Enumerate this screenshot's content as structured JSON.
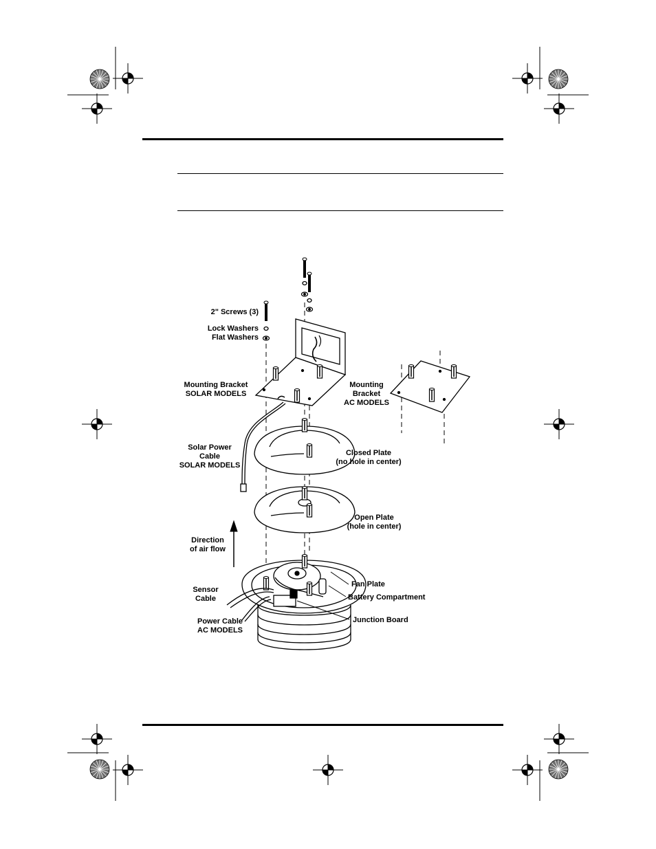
{
  "colors": {
    "ink": "#000000",
    "paper": "#ffffff",
    "shade": "#6e6e6e"
  },
  "page": {
    "registration_marks": "crop-and-registration-marks",
    "color_bars": "printer-starburst-targets"
  },
  "figure": {
    "labels": {
      "screws": "2\" Screws (3)",
      "lock_washers": "Lock Washers",
      "flat_washers": "Flat Washers",
      "bracket_solar_l1": "Mounting Bracket",
      "bracket_solar_l2": "SOLAR MODELS",
      "bracket_ac_l1": "Mounting",
      "bracket_ac_l2": "Bracket",
      "bracket_ac_l3": "AC MODELS",
      "solar_cable_l1": "Solar Power",
      "solar_cable_l2": "Cable",
      "solar_cable_l3": "SOLAR MODELS",
      "closed_plate_l1": "Closed Plate",
      "closed_plate_l2": "(no hole in center)",
      "open_plate_l1": "Open Plate",
      "open_plate_l2": "(hole in center)",
      "airflow_l1": "Direction",
      "airflow_l2": "of air flow",
      "sensor_cable_l1": "Sensor",
      "sensor_cable_l2": "Cable",
      "power_cable_l1": "Power Cable",
      "power_cable_l2": "AC MODELS",
      "fan_plate": "Fan Plate",
      "battery": "Battery Compartment",
      "junction": "Junction Board"
    }
  }
}
